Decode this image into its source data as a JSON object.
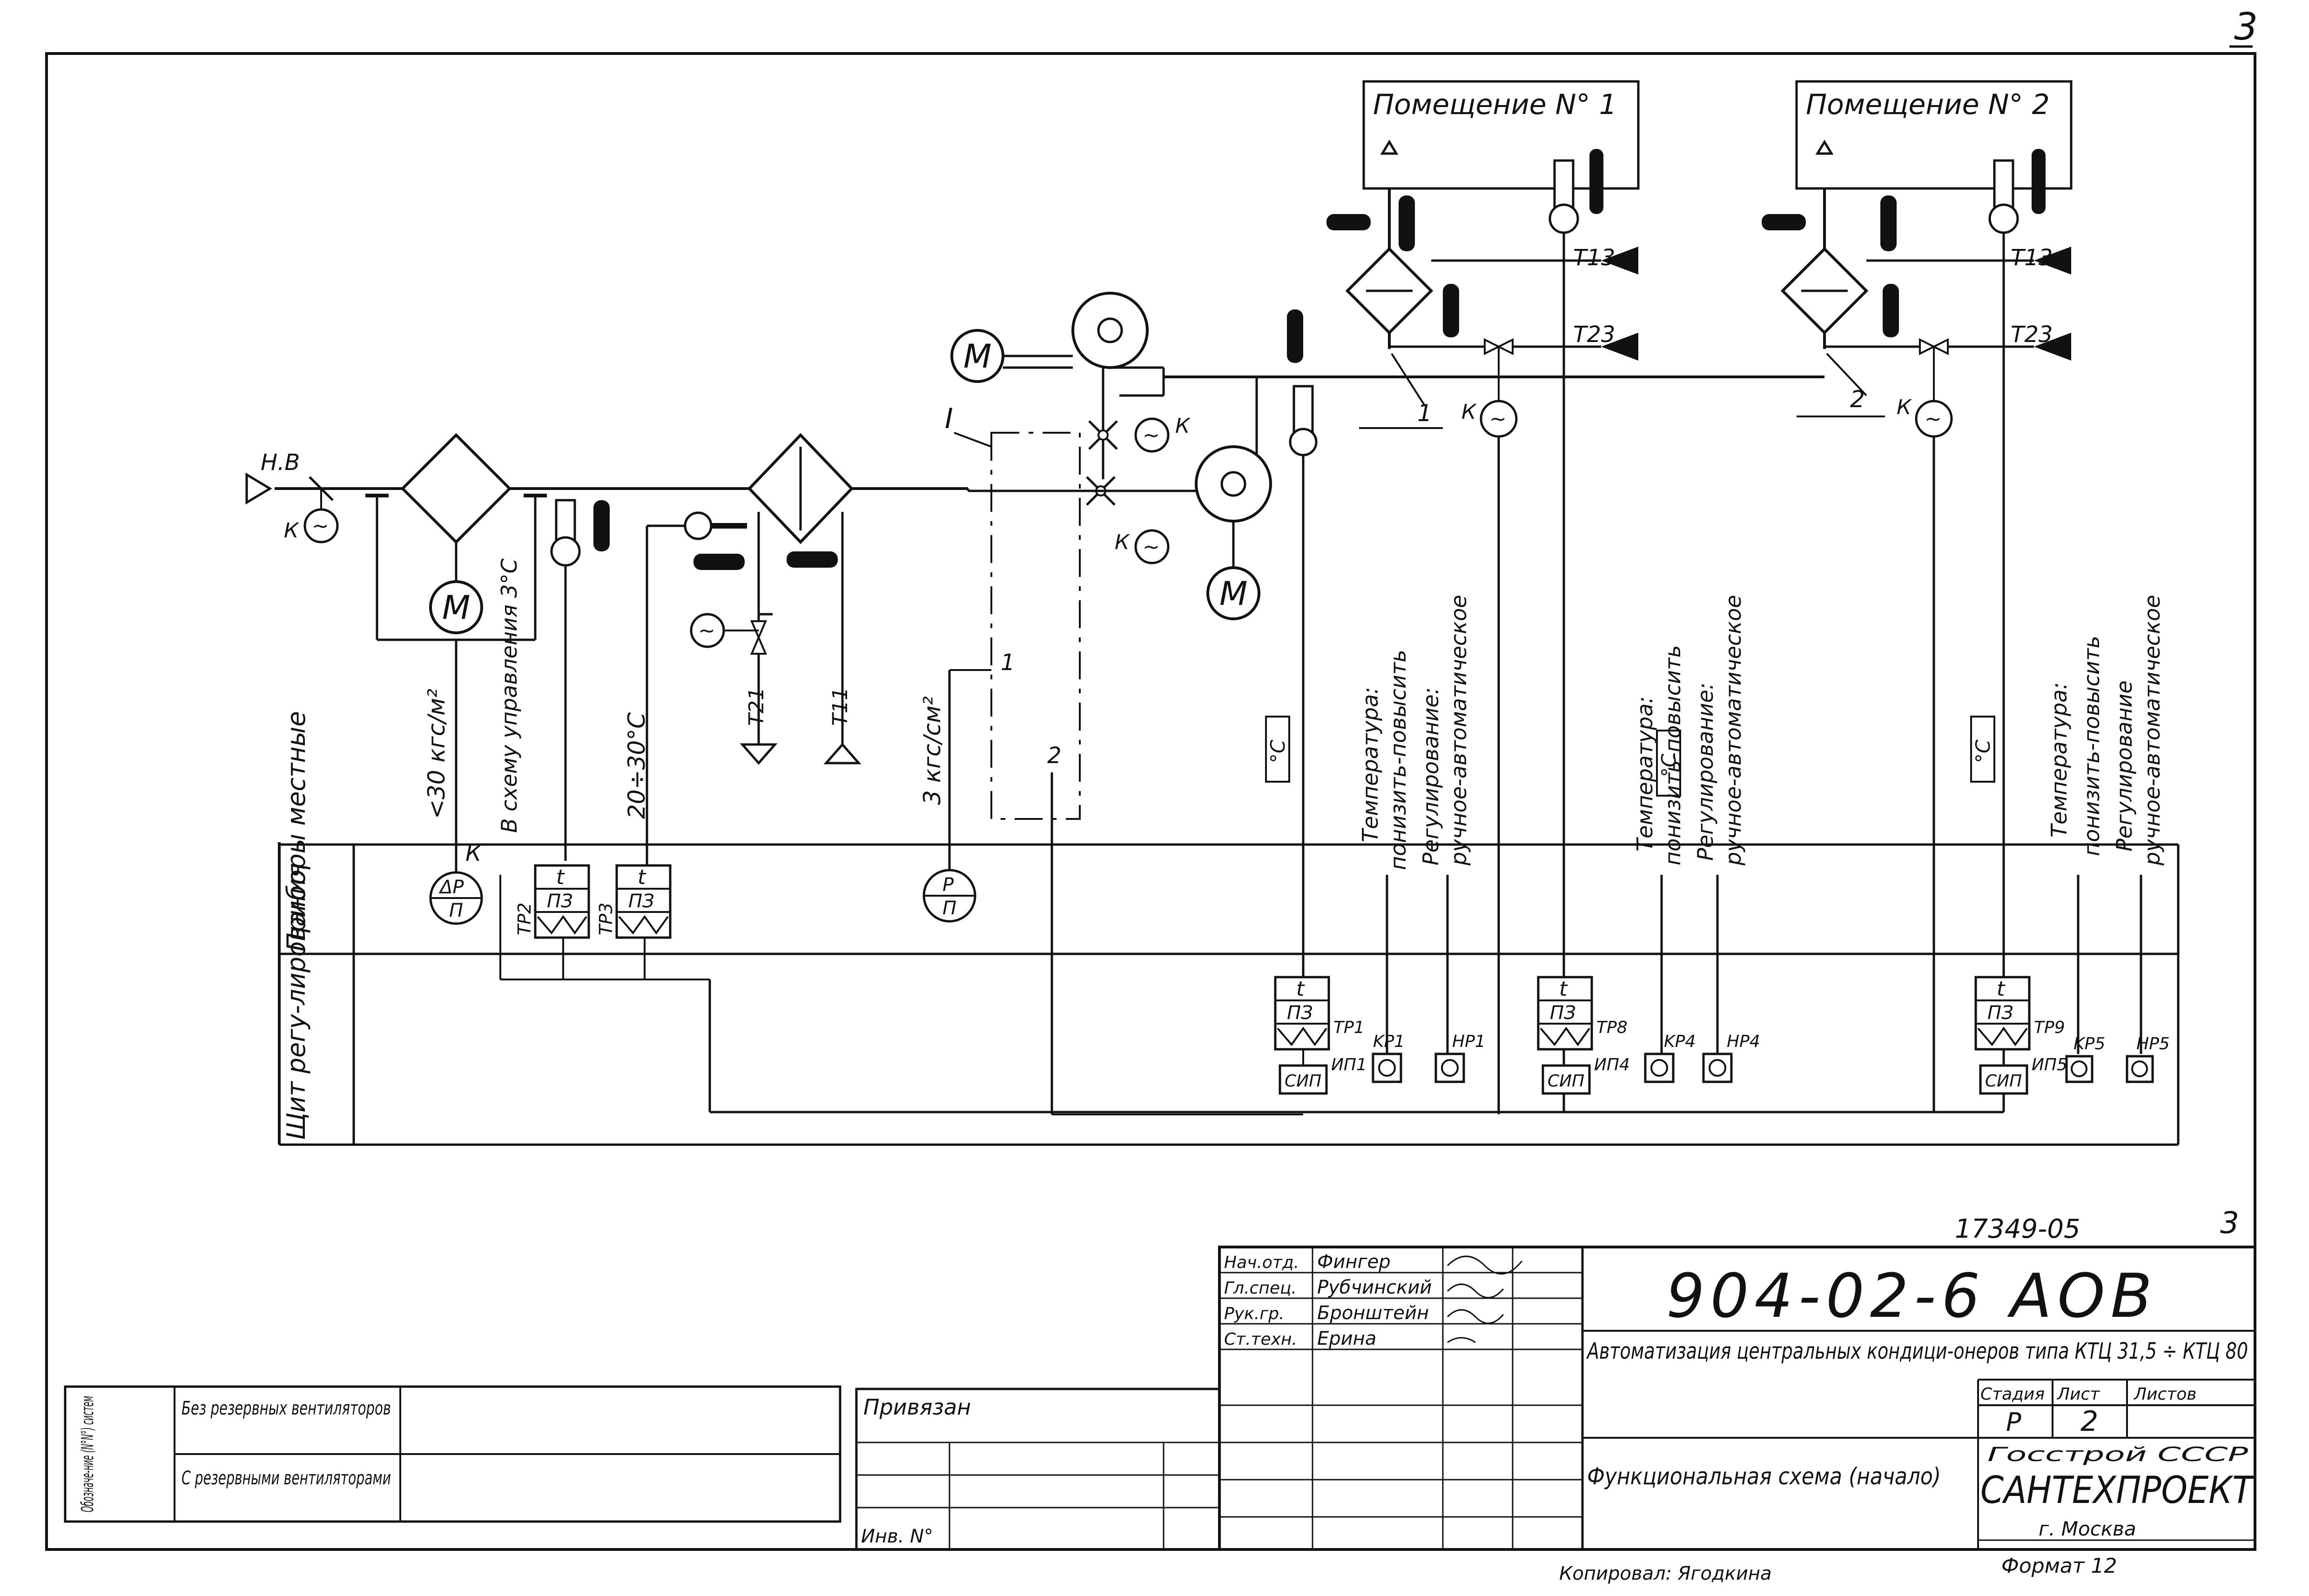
{
  "sheet": {
    "page_top_number": "3",
    "drawing_number": "17349-05",
    "sheet_corner_number": "3"
  },
  "rooms": {
    "room1": "Помещение N° 1",
    "room2": "Помещение N° 2"
  },
  "room_tags": {
    "t13": "T13",
    "t23": "T23"
  },
  "air_path": {
    "outdoor_air": "Н.В",
    "actuator_k": "К",
    "pressure_drop_setting": "<30 кгс/м²",
    "to_control_scheme": "В схему управления 3°С",
    "temperature_range": "20÷30°С",
    "return_t21": "T21",
    "supply_t11": "T11",
    "pressure_setting": "3 кгс/см²",
    "section_mark": "I",
    "mark_1": "1",
    "mark_2": "2",
    "motor_symbol": "М",
    "celsius": "°С"
  },
  "indications": {
    "col1": [
      "Температура:",
      "понизить-повысить",
      "Регулирование:",
      "ручное-автоматическое"
    ],
    "col2": [
      "Температура:",
      "понизить-повысить",
      "Регулирование:",
      "ручное-автоматическое"
    ],
    "col3": [
      "Температура:",
      "понизить-повысить",
      "Регулирование",
      "ручное-автоматическое"
    ]
  },
  "rows": {
    "local_devices": "Приборы местные",
    "control_panel": "Щит регу-лирования"
  },
  "instruments": {
    "dp": [
      "ΔP",
      "П"
    ],
    "p": [
      "P",
      "П"
    ],
    "t": "t",
    "pz": "ПЗ",
    "sip": "СИП",
    "tr2": "TP2",
    "tr3": "TP3",
    "tr1": "TP1",
    "tr8": "TP8",
    "tr9": "TP9",
    "ip1": "ИП1",
    "ip4": "ИП4",
    "ip5": "ИП5",
    "kr1": "KP1",
    "nr1": "НР1",
    "kr4": "KP4",
    "nr4": "НР4",
    "kr5": "KP5",
    "nr5": "НР5"
  },
  "title_block": {
    "code": "904-02-6 АОВ",
    "roles": [
      "Нач.отд.",
      "Гл.спец.",
      "Рук.гр.",
      "Ст.техн."
    ],
    "names": [
      "Фингер",
      "Рубчинский",
      "Бронштейн",
      "Ерина"
    ],
    "title": "Автоматизация центральных кондици-онеров типа КТЦ 31,5 ÷ КТЦ 80",
    "stage_header": "Стадия",
    "sheet_header": "Лист",
    "sheets_header": "Листов",
    "stage": "Р",
    "sheet": "2",
    "drawing_name": "Функциональная схема (начало)",
    "org1": "Госстрой СССР",
    "org2": "САНТЕХПРОЕКТ",
    "org3": "г. Москва",
    "format": "Формат 12",
    "copied": "Копировал: Ягодкина",
    "linked": "Привязан",
    "inv": "Инв. N°"
  },
  "system_table": {
    "header": "Обозначе-ние (N°N°) систем",
    "row1": "Без резервных вентиляторов",
    "row2": "С резервными вентиляторами"
  }
}
